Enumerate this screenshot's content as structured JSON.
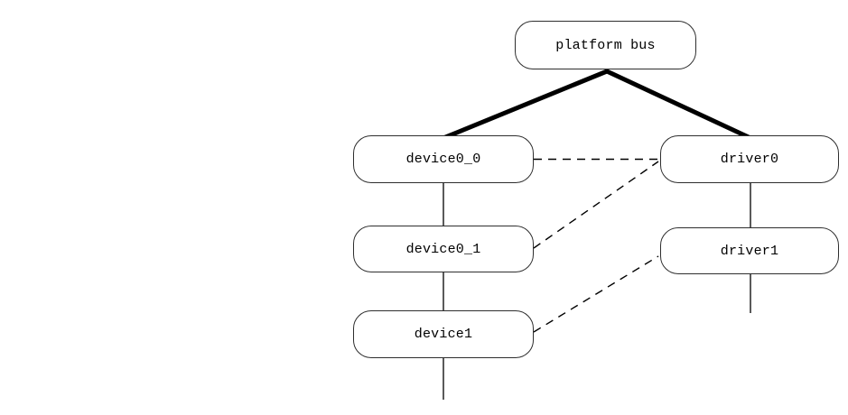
{
  "diagram": {
    "type": "device-driver-binding-diagram",
    "nodes": [
      {
        "id": "platform_bus",
        "label": "platform bus"
      },
      {
        "id": "device0_0",
        "label": "device0_0"
      },
      {
        "id": "device0_1",
        "label": "device0_1"
      },
      {
        "id": "device1",
        "label": "device1"
      },
      {
        "id": "driver0",
        "label": "driver0"
      },
      {
        "id": "driver1",
        "label": "driver1"
      }
    ],
    "edges": [
      {
        "from": "platform_bus",
        "to": "device0_0",
        "style": "thick-solid"
      },
      {
        "from": "platform_bus",
        "to": "driver0",
        "style": "thick-solid"
      },
      {
        "from": "device0_0",
        "to": "device0_1",
        "style": "solid-vertical"
      },
      {
        "from": "device0_1",
        "to": "device1",
        "style": "solid-vertical"
      },
      {
        "from": "device1",
        "to": null,
        "style": "solid-vertical-stub-down"
      },
      {
        "from": "driver0",
        "to": "driver1",
        "style": "solid-vertical"
      },
      {
        "from": "driver1",
        "to": null,
        "style": "solid-vertical-stub-down"
      },
      {
        "from": "device0_0",
        "to": "driver0",
        "style": "dashed"
      },
      {
        "from": "device0_1",
        "to": "driver0",
        "style": "dashed"
      },
      {
        "from": "device1",
        "to": "driver1",
        "style": "dashed"
      }
    ],
    "colors": {
      "background": "#ffffff",
      "line": "#000000",
      "box_border": "#2e2e2e",
      "box_fill": "#ffffff",
      "text": "#000000"
    }
  }
}
